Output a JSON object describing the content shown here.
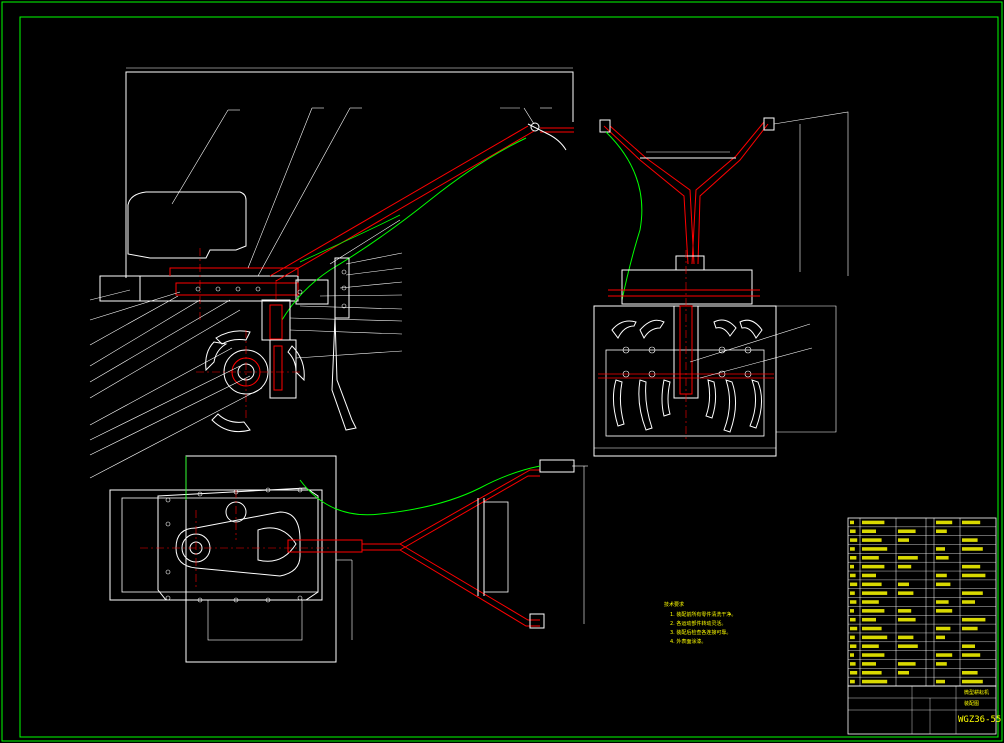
{
  "drawing": {
    "drawing_number": "WGZ36-55",
    "technical_requirements": {
      "heading": "技术要求",
      "items": [
        "1. 装配前所有零件清洗干净。",
        "2. 各运动部件转动灵活。",
        "3. 装配后检查各连接可靠。",
        "4. 外表面涂漆。"
      ]
    },
    "title_block": {
      "labels": [
        "微型耕耘机",
        "装配图"
      ]
    }
  },
  "colors": {
    "background": "#000000",
    "frame": "#00ff00",
    "outline": "#ffffff",
    "frame_part": "#ff0000",
    "cable": "#00ff00",
    "centerline": "#ff0000",
    "title_text": "#ffff00"
  }
}
